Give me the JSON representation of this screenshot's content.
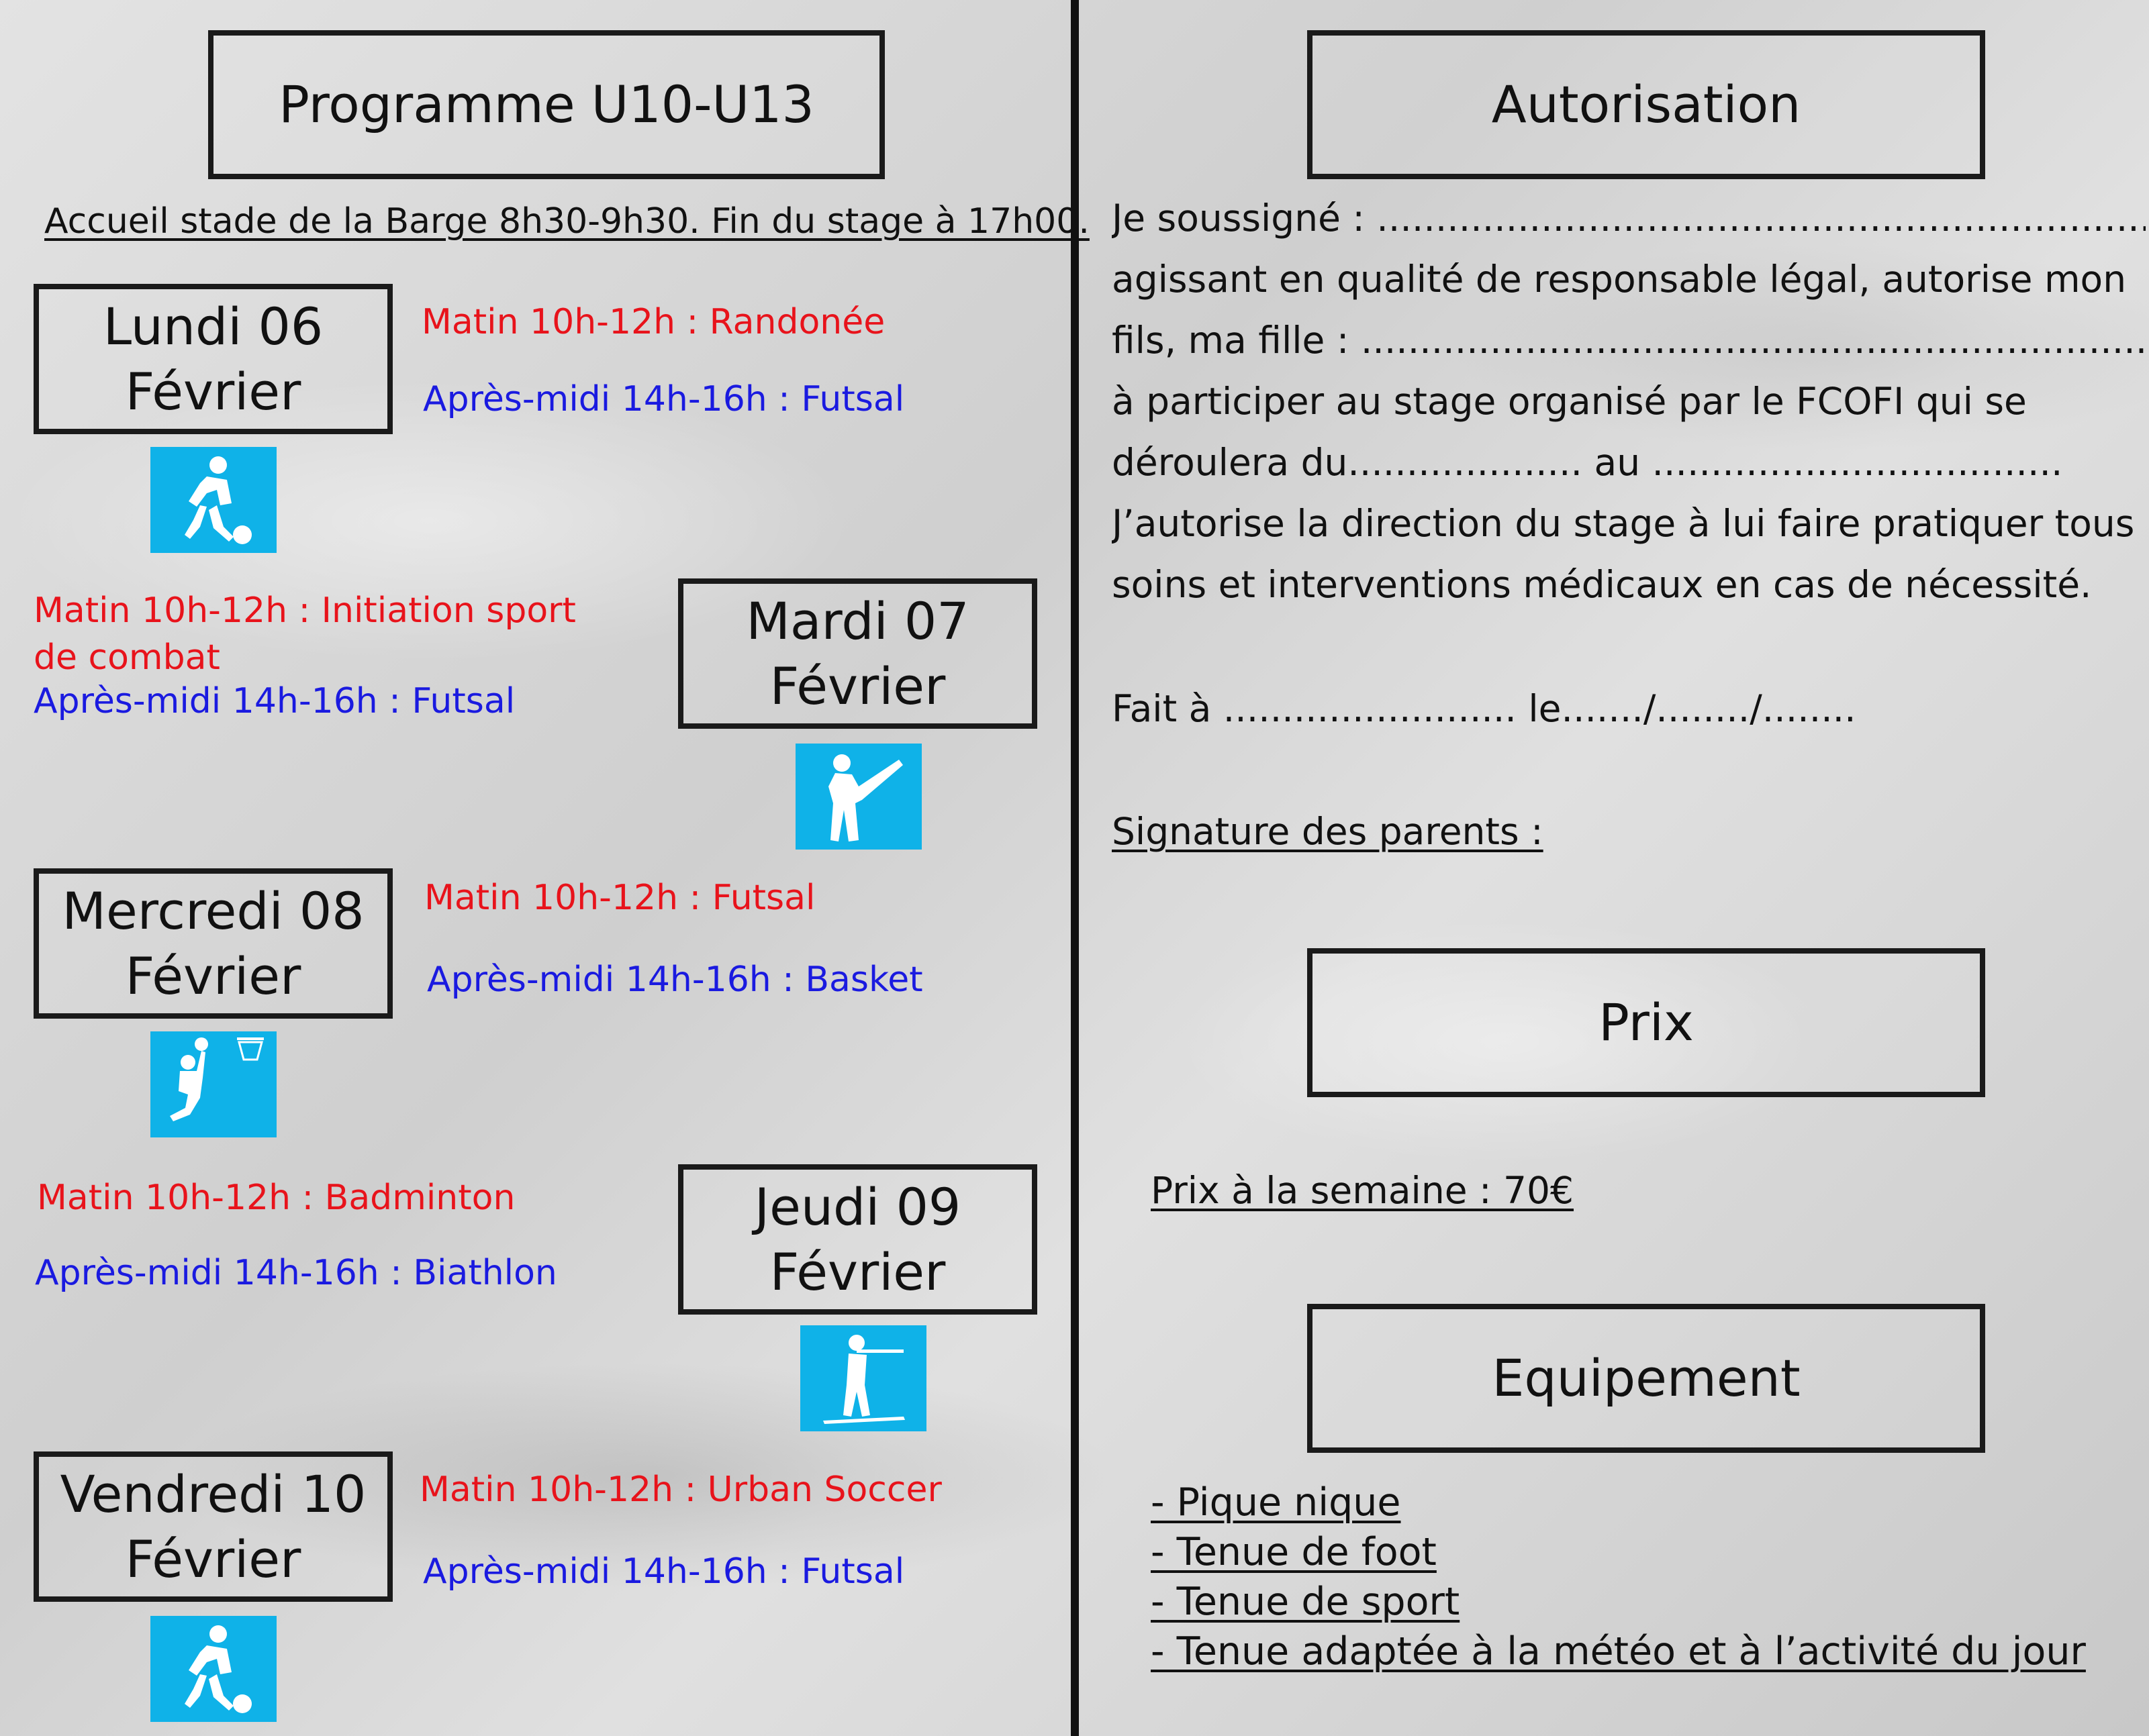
{
  "left": {
    "title": "Programme U10-U13",
    "intro": "Accueil stade de la Barge 8h30-9h30. Fin du stage à 17h00.",
    "days": [
      {
        "day": "Lundi 06",
        "month": "Février",
        "morning": "Matin 10h-12h : Randonée",
        "afternoon": "Après-midi 14h-16h : Futsal",
        "icon": "soccer-player-icon"
      },
      {
        "day": "Mardi 07",
        "month": "Février",
        "morning": "Matin 10h-12h : Initiation sport de combat",
        "afternoon": "Après-midi 14h-16h : Futsal",
        "icon": "martial-arts-kick-icon"
      },
      {
        "day": "Mercredi 08",
        "month": "Février",
        "morning": "Matin 10h-12h : Futsal",
        "afternoon": "Après-midi 14h-16h : Basket",
        "icon": "basketball-player-icon"
      },
      {
        "day": "Jeudi 09",
        "month": "Février",
        "morning": "Matin 10h-12h : Badminton",
        "afternoon": "Après-midi 14h-16h : Biathlon",
        "icon": "biathlon-icon"
      },
      {
        "day": "Vendredi 10",
        "month": "Février",
        "morning": "Matin 10h-12h : Urban Soccer",
        "afternoon": "Après-midi 14h-16h : Futsal",
        "icon": "soccer-player-icon"
      }
    ]
  },
  "right": {
    "auth_title": "Autorisation",
    "auth_lines": [
      "Je soussigné : ............................................................................",
      "agissant en qualité de responsable légal, autorise mon",
      "fils, ma fille  : .......................................................................................",
      "à participer au stage organisé par le FCOFI qui se",
      "déroulera du.................... au ...................................",
      "J’autorise la direction du stage à lui faire pratiquer tous",
      "soins et interventions médicaux en cas de nécessité."
    ],
    "fait": "Fait à ......................... le......./......../........",
    "signature": "Signature des parents :",
    "prix_title": "Prix",
    "prix_text": "Prix à la semaine : 70€",
    "equip_title": "Equipement",
    "equip_items": [
      "- Pique nique",
      "- Tenue de foot",
      "- Tenue de sport",
      "- Tenue adaptée à la météo et à l’activité du jour"
    ]
  },
  "colors": {
    "morning": "#e8131b",
    "afternoon": "#1a1ae0",
    "icon_bg": "#0fb2e8"
  }
}
